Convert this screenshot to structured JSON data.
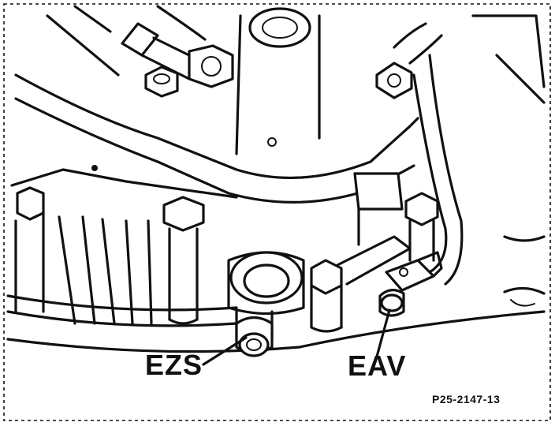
{
  "labels": {
    "ezs": "EZS",
    "eav": "EAV"
  },
  "figure_ref": "P25-2147-13",
  "colors": {
    "ink": "#111111",
    "background": "#ffffff"
  }
}
